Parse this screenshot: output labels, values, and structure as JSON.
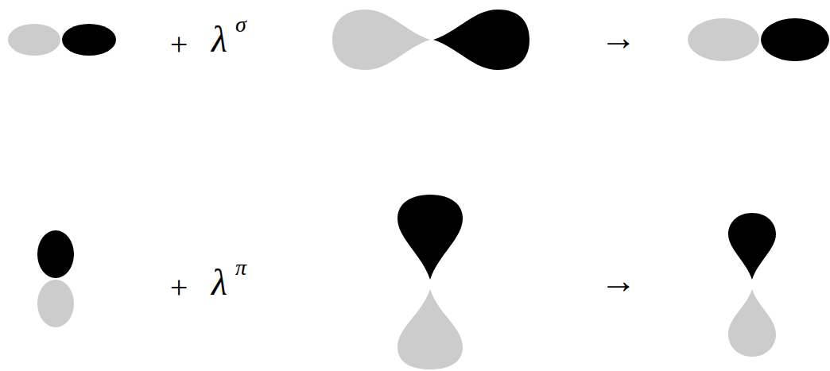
{
  "diagram": {
    "labels": [
      "+",
      "λ",
      "σ",
      "→",
      "+",
      "λ",
      "π",
      "→"
    ]
  }
}
